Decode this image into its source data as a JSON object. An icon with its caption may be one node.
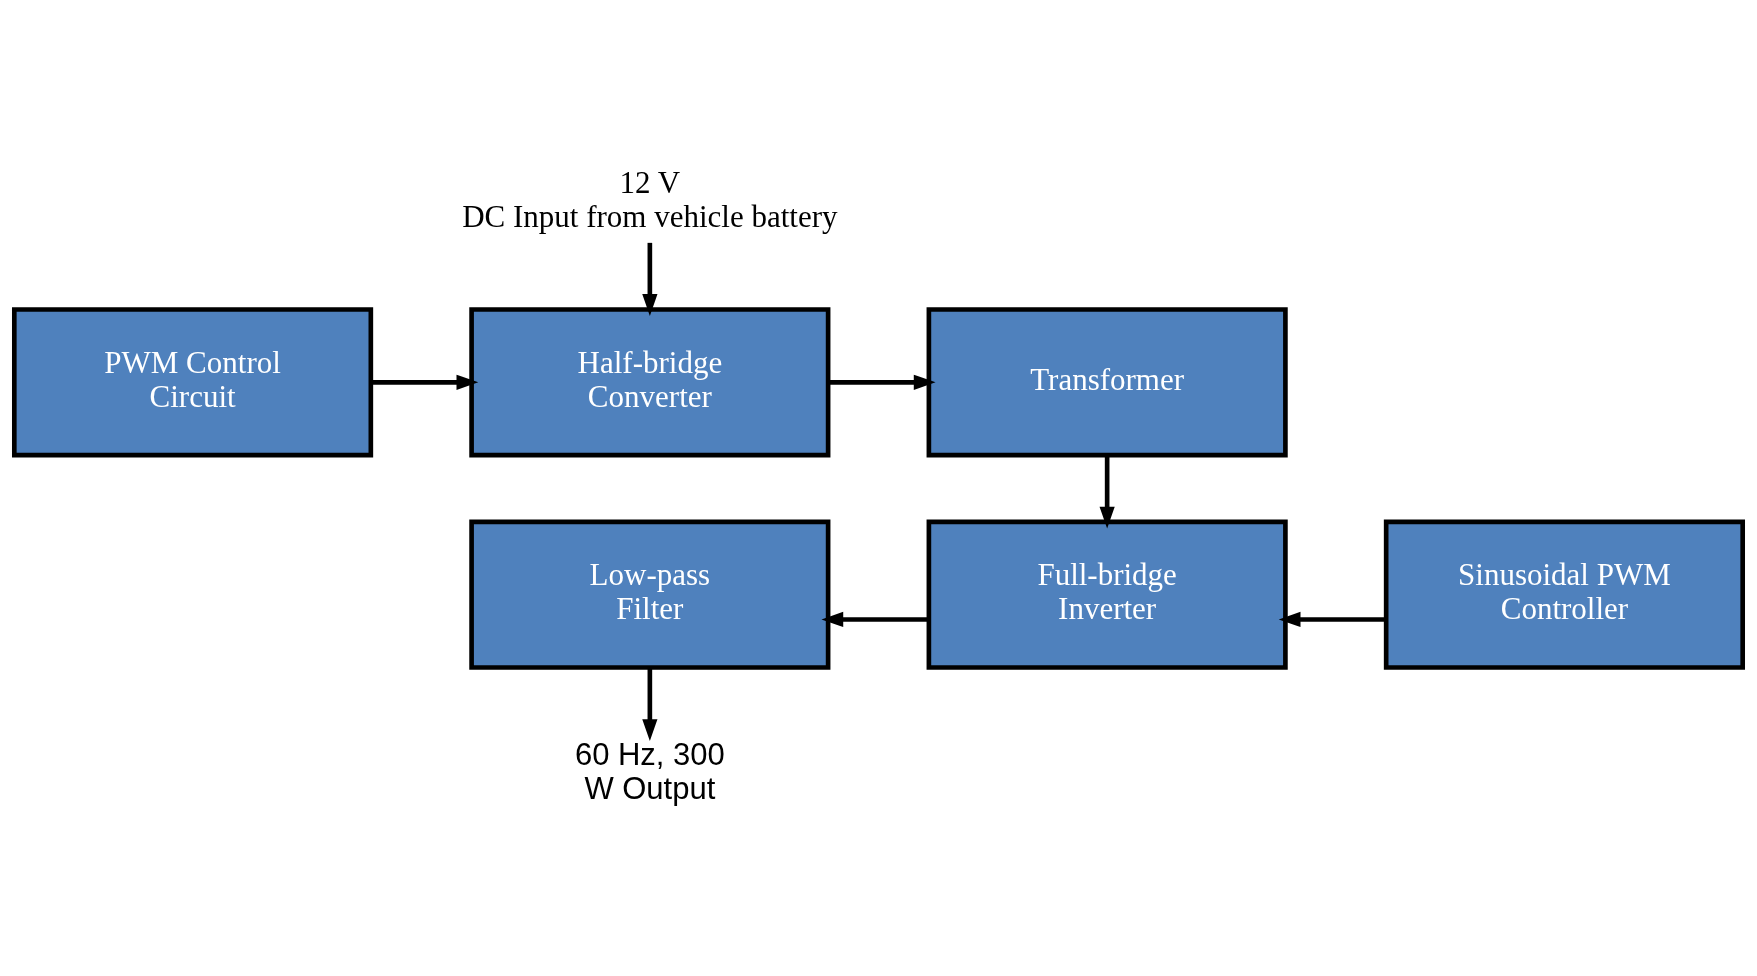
{
  "diagram": {
    "nodes": [
      {
        "text": [
          "12 V DC Input from vehicle battery"
        ]
      },
      {
        "text": [
          "PWM Control Circuit"
        ]
      },
      {
        "text": [
          "Half-bridge Converter"
        ]
      },
      {
        "text": [
          "Transformer"
        ]
      },
      {
        "text": [
          "Low-pass Filter"
        ]
      },
      {
        "text": [
          "Full-bridge Inverter"
        ]
      },
      {
        "text": [
          "Sinusoidal PWM Controller"
        ]
      },
      {
        "text": [
          "60 Hz, 300 W Output"
        ]
      }
    ],
    "edges": [
      {
        "from": 0,
        "to": 2,
        "arrow": "to"
      },
      {
        "from": 1,
        "to": 2,
        "arrow": "to"
      },
      {
        "from": 2,
        "to": 3,
        "arrow": "to"
      },
      {
        "from": 3,
        "to": 5,
        "arrow": "to"
      },
      {
        "from": 5,
        "to": 4,
        "arrow": "to"
      },
      {
        "from": 6,
        "to": 5,
        "arrow": "to"
      },
      {
        "from": 4,
        "to": 7,
        "arrow": "to"
      }
    ]
  }
}
